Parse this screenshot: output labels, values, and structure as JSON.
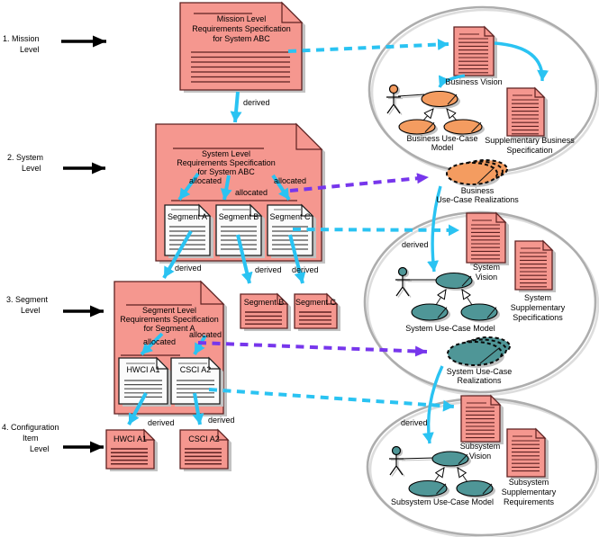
{
  "levels": [
    {
      "lines": [
        "1. Mission",
        "Level"
      ]
    },
    {
      "lines": [
        "2. System",
        "Level"
      ]
    },
    {
      "lines": [
        "3. Segment",
        "Level"
      ]
    },
    {
      "lines": [
        "4. Configuration",
        "Item",
        "Level"
      ]
    }
  ],
  "labels": {
    "derived": "derived",
    "allocated": "allocated"
  },
  "mission": {
    "title": [
      "Mission Level",
      "Requirements Specification",
      "for System ABC"
    ]
  },
  "system": {
    "title": [
      "System Level",
      "Requirements Specification",
      "for System ABC"
    ],
    "segments": [
      "Segment A",
      "Segment B",
      "Segment C"
    ]
  },
  "segment": {
    "title": [
      "Segment Level",
      "Requirements Specification",
      "for Segment A"
    ],
    "items": [
      "HWCI A1",
      "CSCI A2"
    ],
    "derived_docs": [
      "Segment B",
      "Segment C"
    ]
  },
  "config": {
    "docs": [
      "HWCI A1",
      "CSCI A2"
    ]
  },
  "business": {
    "vision": "Business Vision",
    "model": [
      "Business Use-Case",
      "Model"
    ],
    "supplementary": [
      "Supplementary Business",
      "Specification"
    ],
    "realizations": [
      "Business",
      "Use-Case Realizations"
    ]
  },
  "system_pkg": {
    "vision": [
      "System",
      "Vision"
    ],
    "model": "System Use-Case Model",
    "supplementary": [
      "System",
      "Supplementary",
      "Specifications"
    ],
    "realizations": [
      "System Use-Case",
      "Realizations"
    ]
  },
  "subsystem_pkg": {
    "vision": [
      "Subsystem",
      "Vision"
    ],
    "model": "Subsystem Use-Case Model",
    "supplementary": [
      "Subsystem",
      "Supplementary",
      "Requirements"
    ]
  },
  "colors": {
    "doc-pink": "#F5978F",
    "doc-pink-border": "#5E2121",
    "doc-white": "#FBFBFB",
    "doc-white-border": "#1d1d1d",
    "doc-white-line": "#4d4d4d",
    "cyan": "#2AC3F2",
    "purple": "#7736EC",
    "orange": "#F49C60",
    "teal": "#4F9697",
    "ellipse-gray": "#ADADAD",
    "shadow": "#C2C2C2"
  }
}
